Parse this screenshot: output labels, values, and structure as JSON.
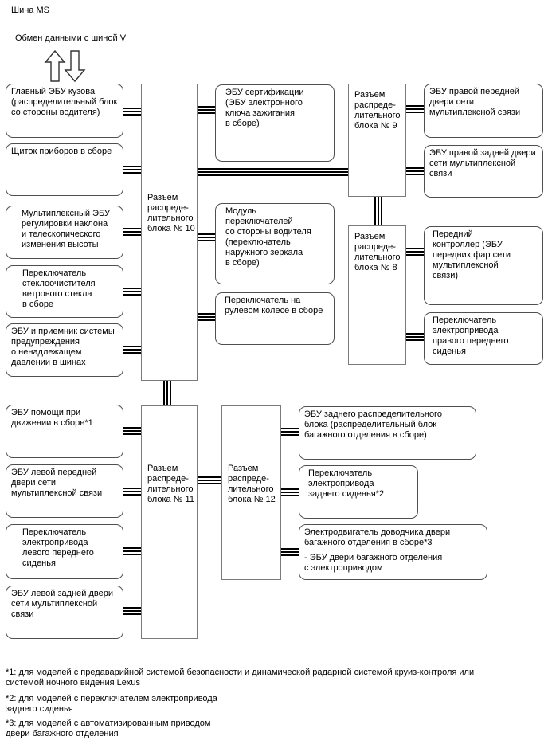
{
  "title": {
    "bus": "Шина MS",
    "exchange": "Обмен данными с шиной V"
  },
  "colors": {
    "line": "#000000",
    "node_border": "#4f4f4f",
    "junction_border": "#7a7a7a",
    "background": "#ffffff"
  },
  "junctions": {
    "j10": "Разъем\nраспреде-\nлительного\nблока № 10",
    "j9": "Разъем\nраспреде-\nлительного\nблока № 9",
    "j8": "Разъем\nраспреде-\nлительного\nблока № 8",
    "j11": "Разъем\nраспреде-\nлительного\nблока № 11",
    "j12": "Разъем\nраспреде-\nлительного\nблока № 12"
  },
  "nodes": {
    "ul1": "Главный ЭБУ кузова\n(распределительный блок\nсо стороны водителя)",
    "ul2": "Щиток приборов в сборе",
    "ul3": "Мультиплексный ЭБУ\nрегулировки наклона\nи телескопического\nизменения высоты",
    "ul4": "Переключатель\nстеклоочистителя\nветрового стекла\nв сборе",
    "ul5": "ЭБУ и приемник системы\nпредупреждения\nо ненадлежащем\nдавлении в шинах",
    "um1": "ЭБУ сертификации\n(ЭБУ электронного\nключа зажигания\nв сборе)",
    "um2": "Модуль\nпереключателей\nсо стороны водителя\n(переключатель\nнаружного зеркала\nв сборе)",
    "um3": "Переключатель на\nрулевом колесе в сборе",
    "ur1": "ЭБУ правой передней\nдвери сети\nмультиплексной связи",
    "ur2": "ЭБУ правой задней двери\nсети мультиплексной связи",
    "ur3": "Передний\nконтроллер (ЭБУ\nпередних фар сети\nмультиплексной\nсвязи)",
    "ur4": "Переключатель\nэлектропривода\nправого переднего\nсиденья",
    "ll1": "ЭБУ помощи при\nдвижении в сборе*1",
    "ll2": "ЭБУ левой передней\nдвери сети\nмультиплексной связи",
    "ll3": "Переключатель\nэлектропривода\nлевого переднего\nсиденья",
    "ll4": "ЭБУ левой задней двери\nсети мультиплексной связи",
    "lr1": "ЭБУ заднего распределительного\nблока (распределительный блок\nбагажного отделения в сборе)",
    "lr2": "Переключатель\nэлектропривода\nзаднего сиденья*2",
    "lr3a": "Электродвигатель доводчика двери\nбагажного отделения в сборе*3",
    "lr3b": "- ЭБУ двери багажного отделения\nс электроприводом"
  },
  "footnotes": {
    "f1": "*1: для моделей с предаварийной системой безопасности и динамической радарной системой круиз-контроля или\nсистемой ночного видения Lexus",
    "f2": "*2: для моделей с переключателем электропривода\nзаднего сиденья",
    "f3": "*3: для моделей с автоматизированным приводом\nдвери багажного отделения"
  }
}
